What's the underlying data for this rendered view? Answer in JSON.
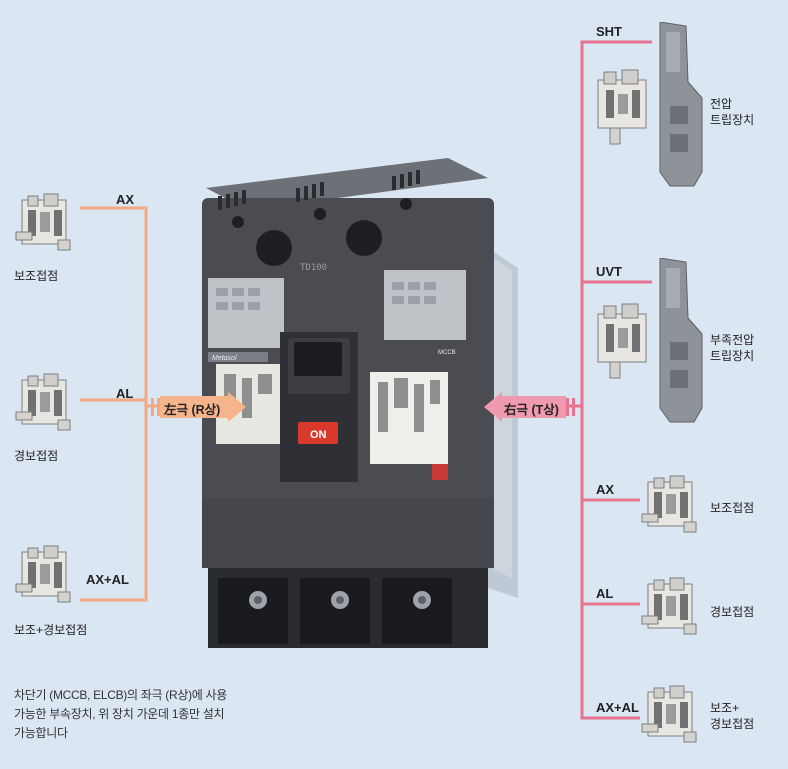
{
  "colors": {
    "background": "#dbe6f3",
    "left_line": "#f2a882",
    "right_line": "#e8728f",
    "left_arrow": "#f5b48c",
    "right_arrow": "#ef9aae",
    "breaker_body": "#4a4c52",
    "on_button": "#d8392b"
  },
  "left_pole": {
    "arrow_label": "左극 (R상)",
    "items": [
      {
        "code": "AX",
        "label": "보조접점"
      },
      {
        "code": "AL",
        "label": "경보접점"
      },
      {
        "code": "AX+AL",
        "label": "보조+경보접점"
      }
    ]
  },
  "right_pole": {
    "arrow_label": "右극 (T상)",
    "items": [
      {
        "code": "SHT",
        "label_lines": [
          "전압",
          "트립장치"
        ]
      },
      {
        "code": "UVT",
        "label_lines": [
          "부족전압",
          "트립장치"
        ]
      },
      {
        "code": "AX",
        "label_lines": [
          "보조접점"
        ]
      },
      {
        "code": "AL",
        "label_lines": [
          "경보접점"
        ]
      },
      {
        "code": "AX+AL",
        "label_lines": [
          "보조+",
          "경보접점"
        ]
      }
    ]
  },
  "breaker": {
    "on_label": "ON",
    "brand": "Metasol",
    "model": "TD100",
    "mccb": "MCCB"
  },
  "note": {
    "lines": [
      "차단기 (MCCB, ELCB)의 좌극 (R상)에 사용",
      "가능한 부속장치, 위 장치 가운데 1종만 설치",
      "가능합니다"
    ]
  }
}
